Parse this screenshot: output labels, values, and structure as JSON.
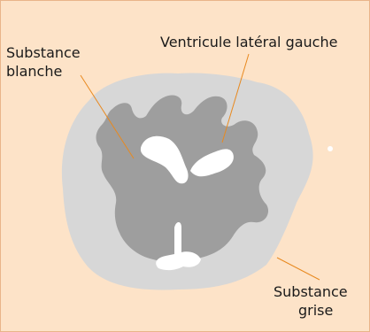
{
  "labels": {
    "white_matter": [
      "Substance",
      "blanche"
    ],
    "ventricle": "Ventricule latéral gauche",
    "grey_matter": [
      "Substance",
      "grise"
    ]
  },
  "colors": {
    "background": "#fde3c8",
    "grey_matter": "#d7d7d7",
    "white_matter": "#9e9e9e",
    "ventricles": "#ffffff",
    "leader_lines": "#e8891f"
  }
}
